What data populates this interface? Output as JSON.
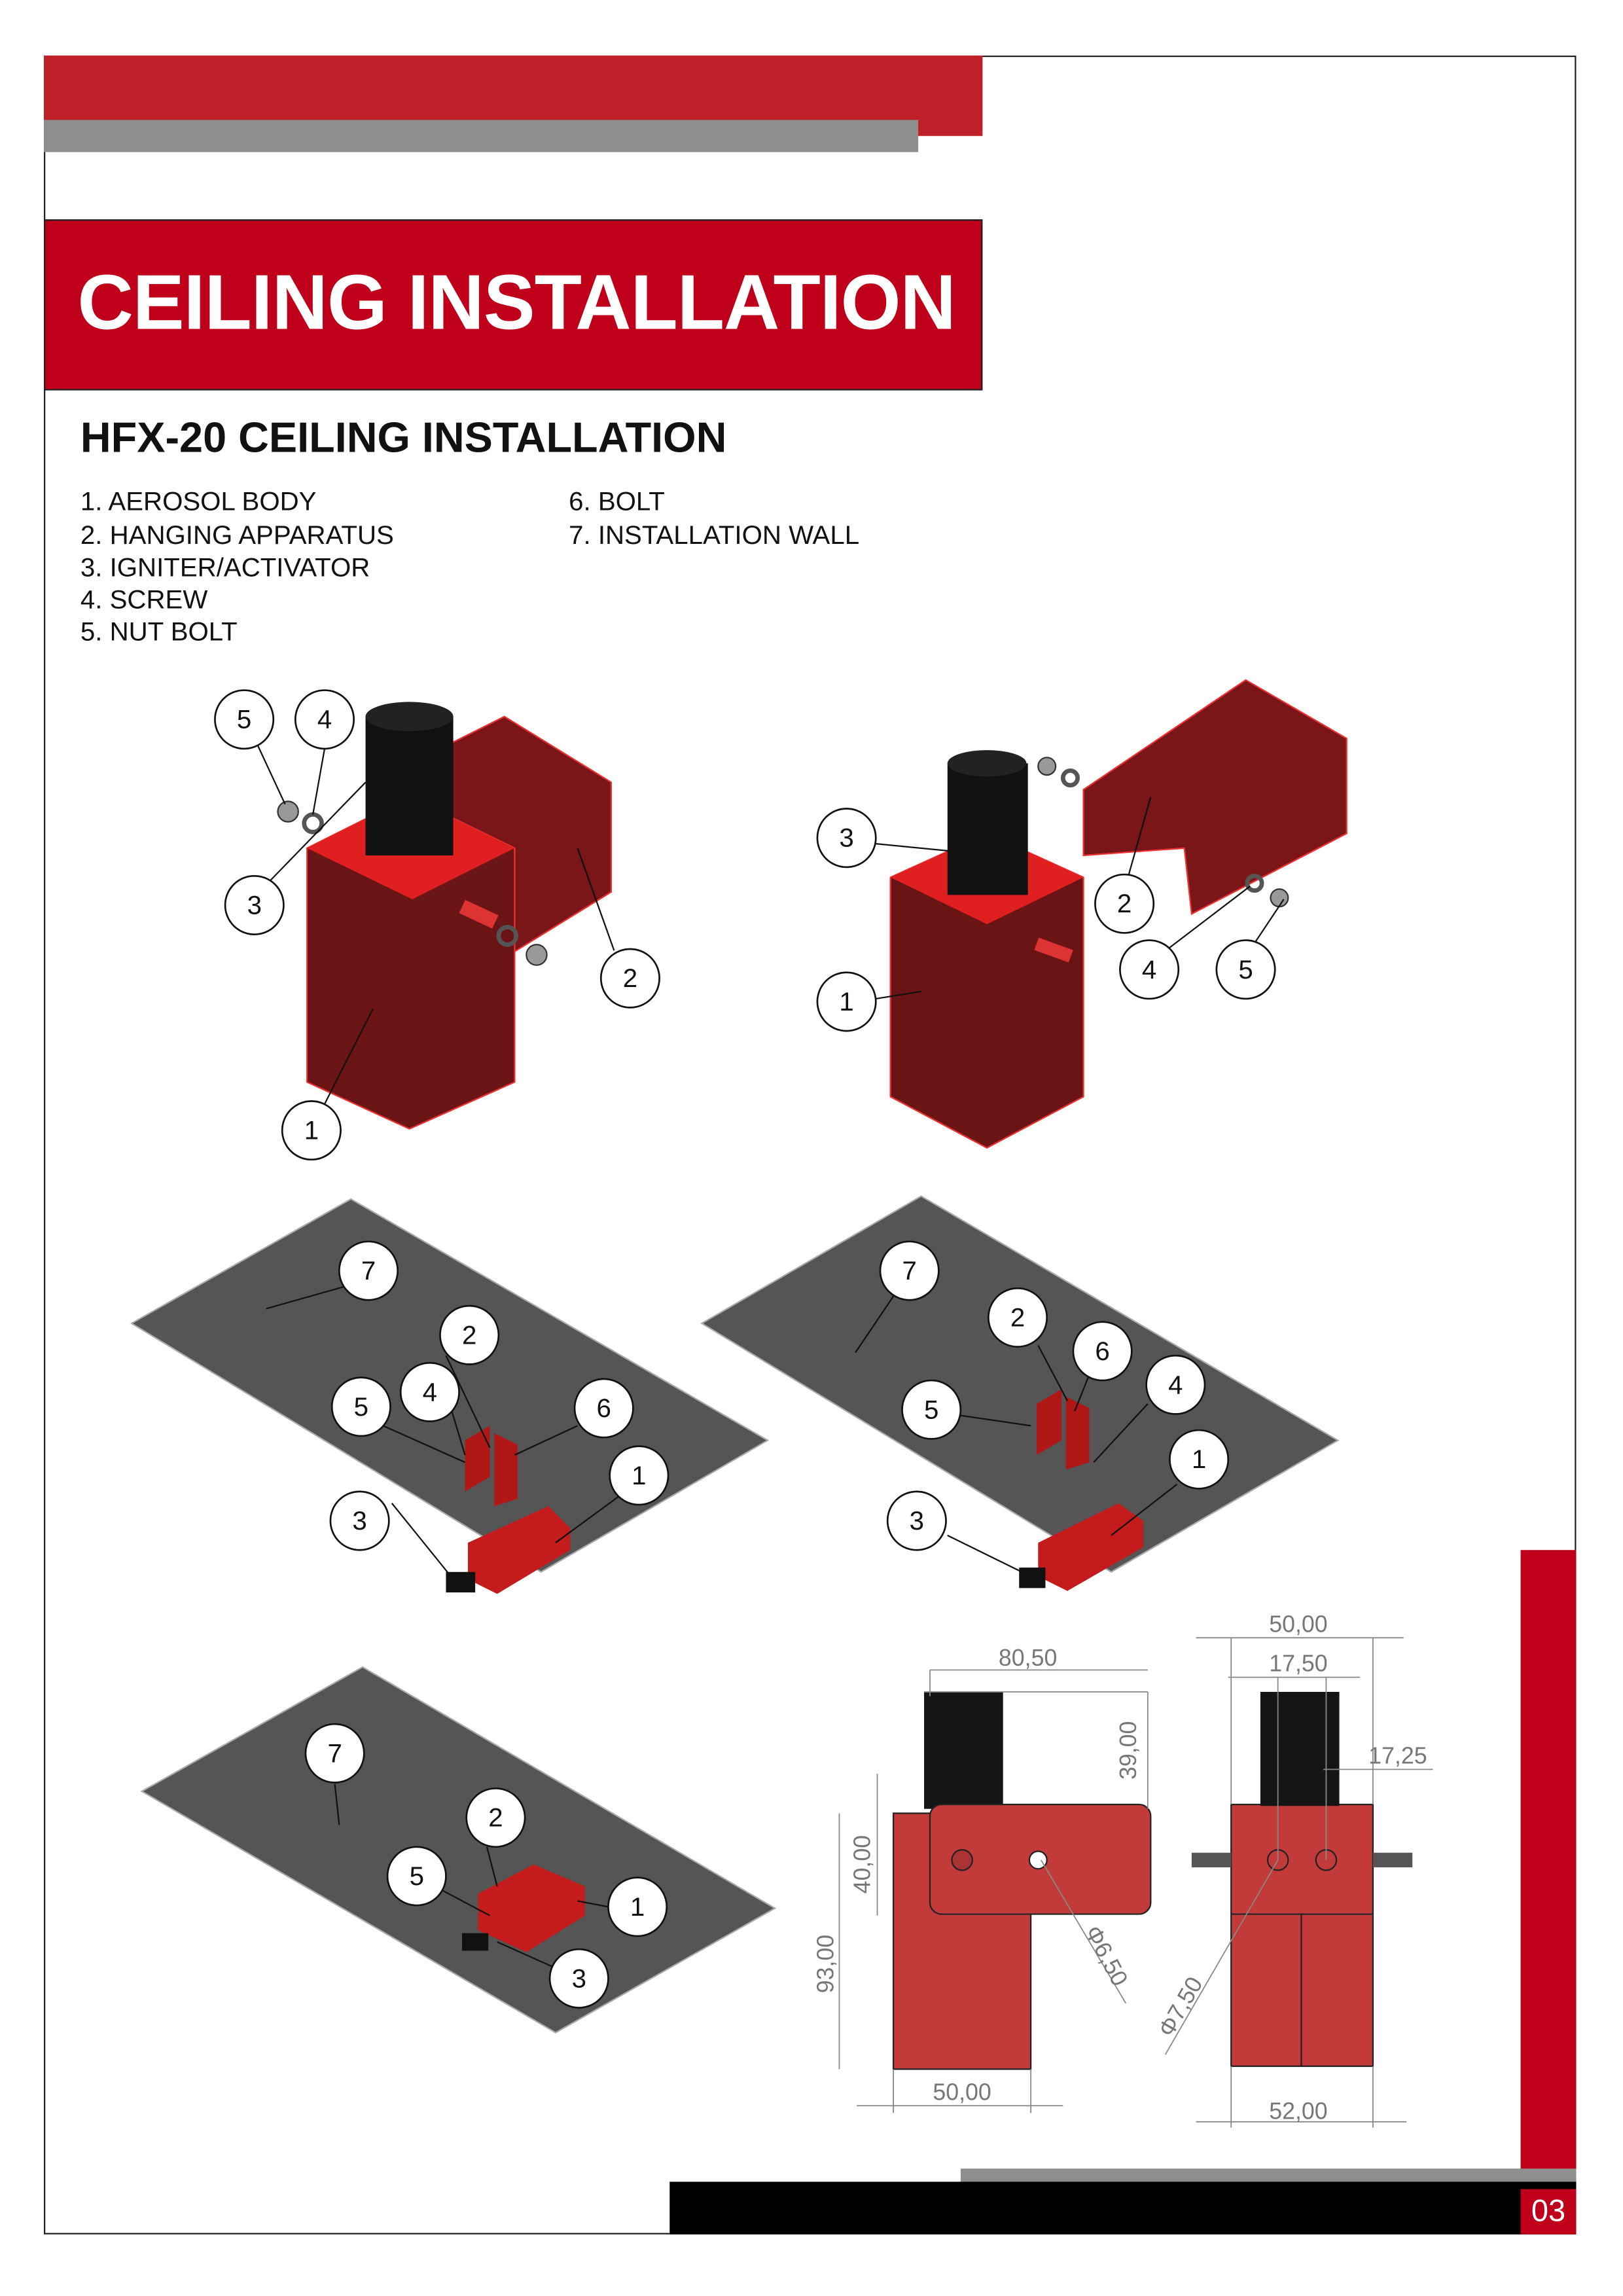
{
  "header": {
    "title": "CEILING INSTALLATION"
  },
  "section": {
    "subtitle": "HFX-20 CEILING INSTALLATION",
    "parts": [
      "1. AEROSOL BODY",
      "2. HANGING APPARATUS",
      "3. IGNITER/ACTIVATOR",
      "4. SCREW",
      "5. NUT BOLT",
      "6. BOLT",
      "7. INSTALLATION WALL"
    ]
  },
  "figures": {
    "fig1": [
      "5",
      "4",
      "3",
      "2",
      "1"
    ],
    "fig2": [
      "3",
      "1",
      "2",
      "4",
      "5"
    ],
    "fig3": [
      "7",
      "2",
      "4",
      "5",
      "6",
      "1",
      "3"
    ],
    "fig4": [
      "7",
      "2",
      "6",
      "4",
      "5",
      "1",
      "3"
    ],
    "fig5": [
      "7",
      "2",
      "5",
      "1",
      "3"
    ]
  },
  "dimensions": {
    "width_top": "80,50",
    "height_igniter": "39,00",
    "bracket_height": "40,00",
    "total_height": "93,00",
    "body_width": "50,00",
    "hole_left": "Φ6,50",
    "side_width_top": "50,00",
    "hole_spacing": "17,50",
    "hole_offset": "17,25",
    "side_width_bottom": "52,00",
    "hole_right": "Φ7,50"
  },
  "footer": {
    "page_number": "03"
  },
  "colors": {
    "brand_red": "#c0001a",
    "gray": "#8e8e8e",
    "plate": "#555555"
  }
}
